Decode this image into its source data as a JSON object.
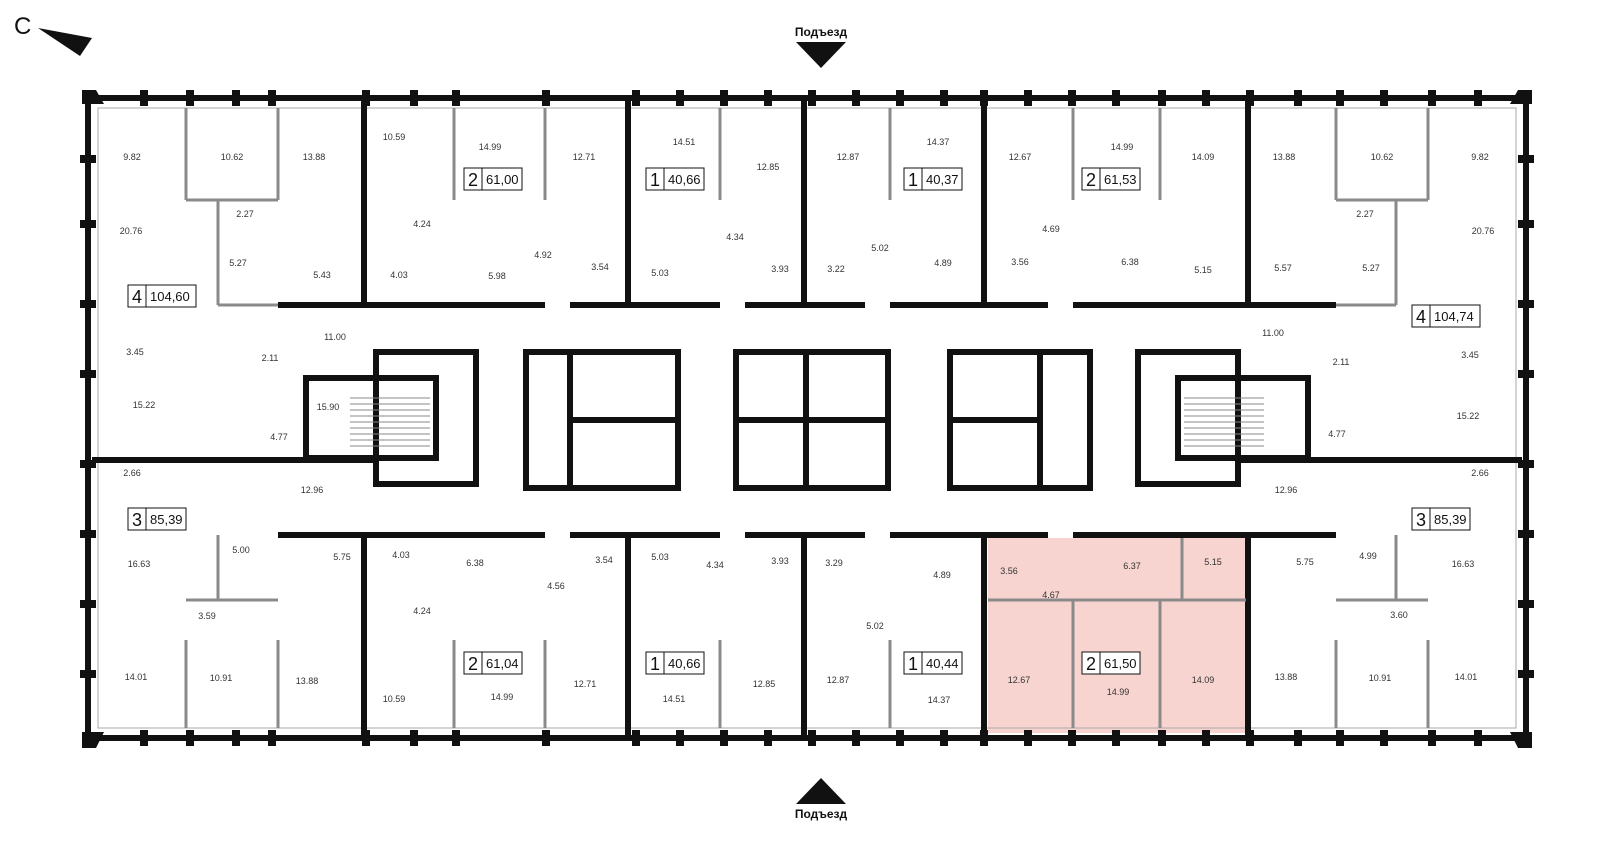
{
  "compass": {
    "label": "С",
    "icon": "north-arrow-icon"
  },
  "entrances": {
    "top_label": "Подъезд",
    "bottom_label": "Подъезд"
  },
  "colors": {
    "highlight": "#f7d4cf",
    "wall": "#111111",
    "partition": "#8a8a8a",
    "window": "#ffffff"
  },
  "apartments": [
    {
      "rooms": "4",
      "area": "104,60",
      "highlighted": false
    },
    {
      "rooms": "2",
      "area": "61,00",
      "highlighted": false
    },
    {
      "rooms": "1",
      "area": "40,66",
      "highlighted": false
    },
    {
      "rooms": "1",
      "area": "40,37",
      "highlighted": false
    },
    {
      "rooms": "2",
      "area": "61,53",
      "highlighted": false
    },
    {
      "rooms": "4",
      "area": "104,74",
      "highlighted": false
    },
    {
      "rooms": "3",
      "area": "85,39",
      "highlighted": false
    },
    {
      "rooms": "3",
      "area": "85,39",
      "highlighted": false
    },
    {
      "rooms": "2",
      "area": "61,04",
      "highlighted": false
    },
    {
      "rooms": "1",
      "area": "40,66",
      "highlighted": false
    },
    {
      "rooms": "1",
      "area": "40,44",
      "highlighted": false
    },
    {
      "rooms": "2",
      "area": "61,50",
      "highlighted": true
    }
  ],
  "room_areas": [
    "9.82",
    "10.62",
    "13.88",
    "10.59",
    "14.99",
    "12.71",
    "14.51",
    "12.85",
    "12.87",
    "14.37",
    "12.67",
    "14.99",
    "14.09",
    "13.88",
    "10.62",
    "9.82",
    "2.27",
    "2.27",
    "4.24",
    "4.34",
    "4.69",
    "20.76",
    "20.76",
    "5.27",
    "5.43",
    "4.03",
    "5.98",
    "4.92",
    "3.54",
    "5.03",
    "3.93",
    "3.22",
    "5.02",
    "4.89",
    "3.56",
    "6.38",
    "5.15",
    "5.57",
    "5.27",
    "11.00",
    "11.00",
    "3.45",
    "2.11",
    "2.11",
    "3.45",
    "15.22",
    "15.90",
    "15.22",
    "4.77",
    "4.77",
    "2.66",
    "12.96",
    "12.96",
    "2.66",
    "5.00",
    "5.75",
    "4.03",
    "6.38",
    "3.54",
    "5.03",
    "4.34",
    "3.93",
    "3.29",
    "4.89",
    "3.56",
    "6.37",
    "5.15",
    "5.75",
    "4.99",
    "16.63",
    "16.63",
    "4.56",
    "4.67",
    "3.59",
    "4.24",
    "5.02",
    "3.60",
    "14.01",
    "10.91",
    "13.88",
    "10.59",
    "14.99",
    "12.71",
    "14.51",
    "12.85",
    "12.87",
    "14.37",
    "12.67",
    "14.99",
    "14.09",
    "13.88",
    "10.91",
    "14.01"
  ]
}
